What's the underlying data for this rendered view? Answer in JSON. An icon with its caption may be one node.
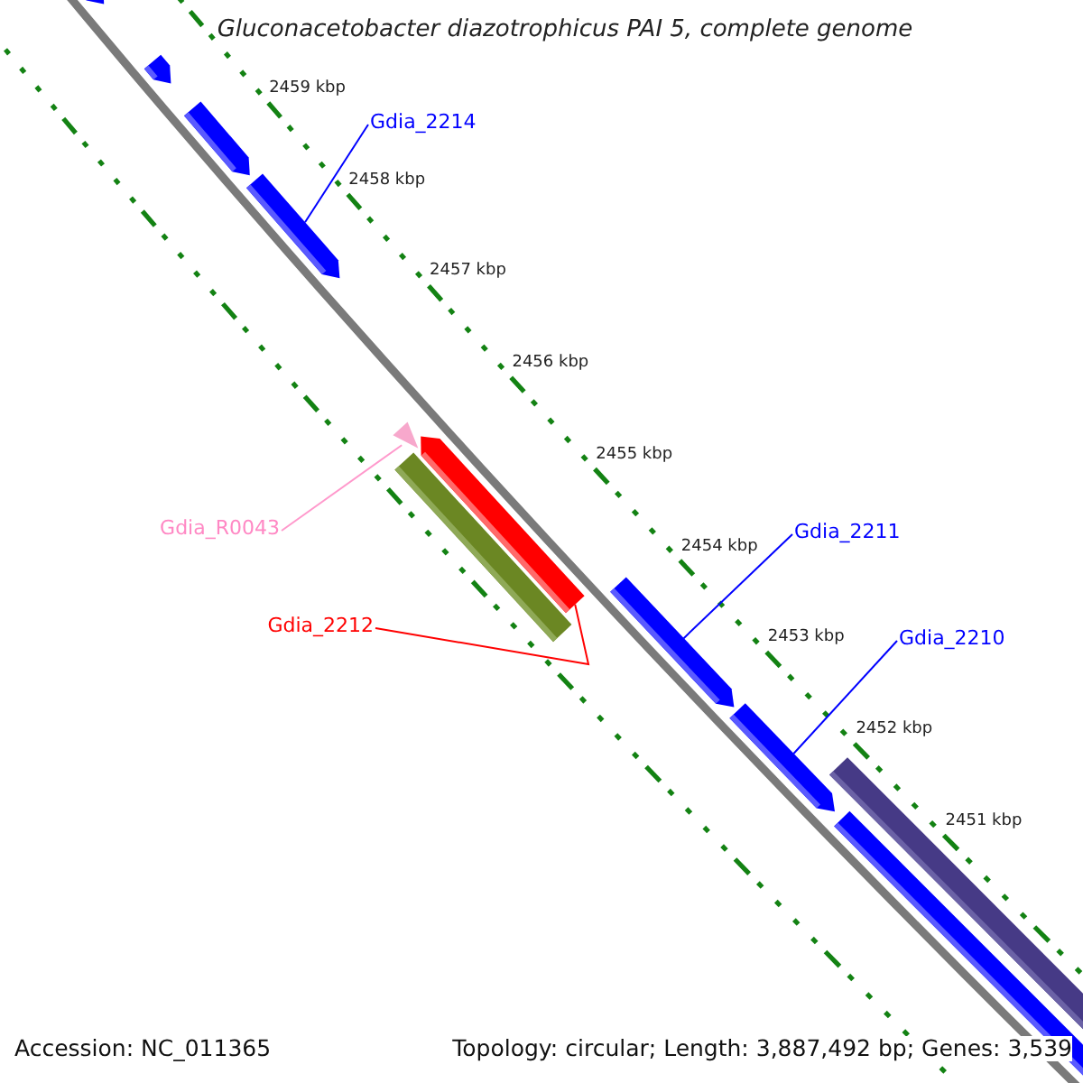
{
  "diagram": {
    "title": "Gluconacetobacter diazotrophicus PAI 5, complete genome",
    "nodes": [
      {
        "text": [
          "Gdia_2214"
        ]
      },
      {
        "text": [],
        "shape": "arrow"
      },
      {
        "text": [
          "Gdia_R0043"
        ]
      },
      {
        "text": [],
        "shape": "triangle"
      },
      {
        "text": [
          "Gdia_2212"
        ]
      },
      {
        "text": [],
        "shape": "arrow"
      },
      {
        "text": [
          "Gdia_2211"
        ]
      },
      {
        "text": [],
        "shape": "arrow"
      },
      {
        "text": [
          "Gdia_2210"
        ]
      },
      {
        "text": [],
        "shape": "arrow"
      }
    ],
    "edges": [
      {
        "from": 0,
        "to": 1,
        "arrow": "none"
      },
      {
        "from": 2,
        "to": 3,
        "arrow": "none",
        "color": "#ff99cc"
      },
      {
        "from": 4,
        "to": 5,
        "arrow": "none",
        "color": "#ff0000"
      },
      {
        "from": 6,
        "to": 7,
        "arrow": "none"
      },
      {
        "from": 8,
        "to": 9,
        "arrow": "none"
      }
    ],
    "labels": [
      "2459 kbp",
      "2458 kbp",
      "2457 kbp",
      "2456 kbp",
      "2455 kbp",
      "2454 kbp",
      "2453 kbp",
      "2452 kbp",
      "2451 kbp",
      "Accession: NC_011365",
      "Topology: circular; Length: 3,887,492 bp; Genes: 3,539"
    ]
  }
}
